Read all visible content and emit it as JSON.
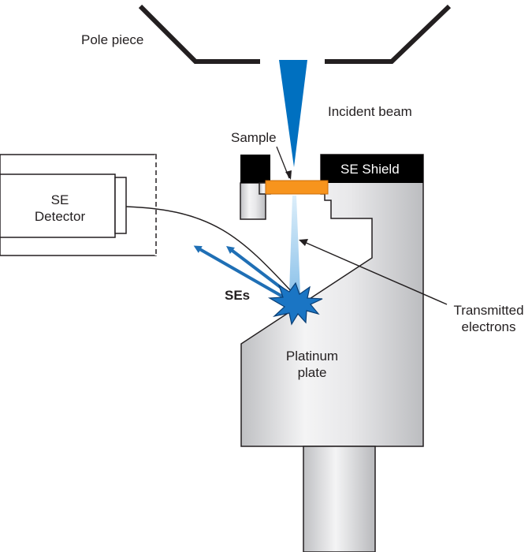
{
  "labels": {
    "pole_piece": "Pole piece",
    "incident_beam": "Incident beam",
    "sample": "Sample",
    "se_shield": "SE Shield",
    "se_detector_line1": "SE",
    "se_detector_line2": "Detector",
    "ses": "SEs",
    "platinum_plate_line1": "Platinum",
    "platinum_plate_line2": "plate",
    "transmitted_electrons_line1": "Transmitted",
    "transmitted_electrons_line2": "electrons"
  },
  "colors": {
    "beam": "#0070c0",
    "ses_arrows": "#1f6fb5",
    "burst": "#1a75c4",
    "sample": "#f7941d",
    "shield": "#000000",
    "metal_light": "#f4f4f5",
    "metal_dark": "#bcbdc0",
    "outline": "#231f20"
  }
}
